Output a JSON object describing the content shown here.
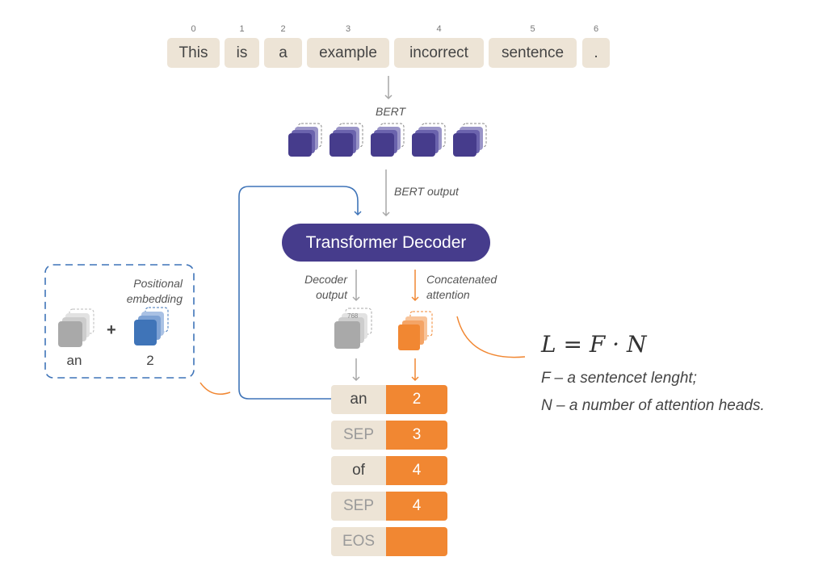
{
  "tokens": [
    {
      "index": "0",
      "text": "This"
    },
    {
      "index": "1",
      "text": "is"
    },
    {
      "index": "2",
      "text": "a"
    },
    {
      "index": "3",
      "text": "example"
    },
    {
      "index": "4",
      "text": "incorrect"
    },
    {
      "index": "5",
      "text": "sentence"
    },
    {
      "index": "6",
      "text": "."
    }
  ],
  "labels": {
    "bert": "BERT",
    "bert_output": "BERT output",
    "decoder": "Transformer Decoder",
    "decoder_output_line1": "Decoder",
    "decoder_output_line2": "output",
    "concat_line1": "Concatenated",
    "concat_line2": "attention",
    "dim_768": "768",
    "pos_line1": "Positional",
    "pos_line2": "embedding",
    "plus": "+",
    "emb_word": "an",
    "emb_pos": "2"
  },
  "output_rows": [
    {
      "token": "an",
      "value": "2"
    },
    {
      "token": "SEP",
      "value": "3"
    },
    {
      "token": "of",
      "value": "4"
    },
    {
      "token": "SEP",
      "value": "4"
    },
    {
      "token": "EOS",
      "value": ""
    }
  ],
  "formula": {
    "expression": "L = F · N",
    "line1": "F – a sentencet lenght;",
    "line2": "N – a number of attention heads."
  },
  "colors": {
    "token_bg": "#ede4d6",
    "bert_purple": "#463c8c",
    "decoder_purple": "#463c8c",
    "orange": "#f18732",
    "blue": "#3f74b8",
    "gray": "#a7a7a7"
  }
}
